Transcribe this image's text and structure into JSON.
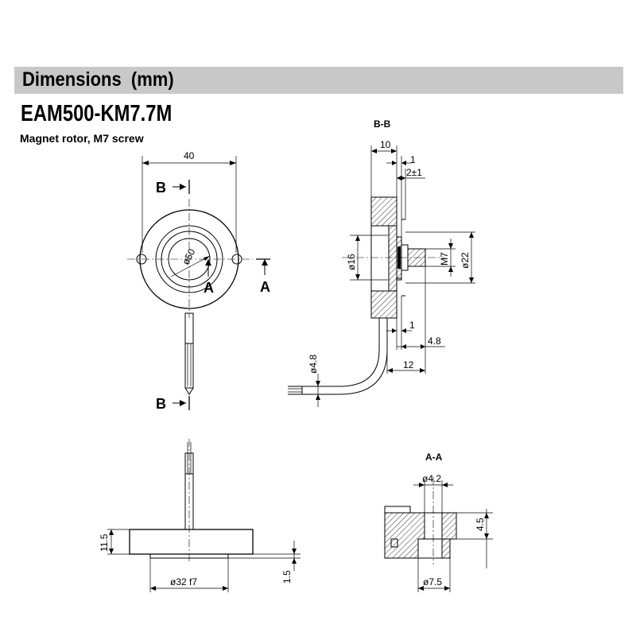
{
  "header": {
    "title": "Dimensions  (mm)"
  },
  "model": "EAM500-KM7.7M",
  "subtitle": "Magnet rotor, M7 screw",
  "front_view": {
    "dim_width": "40",
    "dim_diameter": "ø50",
    "section_b_label_top": "B",
    "section_b_label_bottom": "B",
    "section_a_label_center": "A",
    "section_a_label_right": "A"
  },
  "section_bb": {
    "title": "B-B",
    "dim_10": "10",
    "dim_1_top": "1",
    "dim_2": "2±1",
    "dim_d16": "ø16",
    "dim_m7": "M7",
    "dim_d22": "ø22",
    "dim_1_bottom": "1",
    "dim_4_8": "4.8",
    "dim_12": "12",
    "dim_d4_8": "ø4.8"
  },
  "side_view": {
    "dim_11_5": "11.5",
    "dim_d32": "ø32 f7",
    "dim_1_5": "1.5"
  },
  "section_aa": {
    "title": "A-A",
    "dim_d4_2": "ø4.2",
    "dim_4_5": "4.5",
    "dim_d7_5": "ø7.5"
  }
}
